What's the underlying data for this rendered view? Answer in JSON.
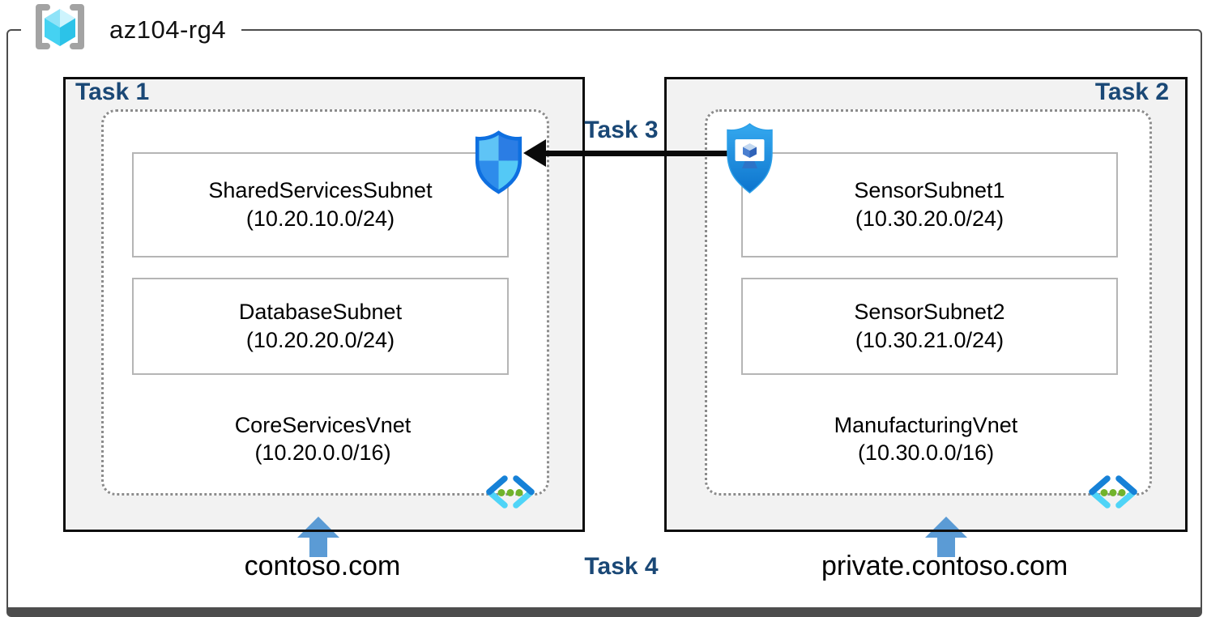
{
  "resource_group": {
    "name": "az104-rg4"
  },
  "labels": {
    "task1": "Task 1",
    "task2": "Task 2",
    "task3": "Task 3",
    "task4": "Task 4"
  },
  "vnets": [
    {
      "name": "CoreServicesVnet",
      "cidr": "(10.20.0.0/16)",
      "dns_label": "contoso.com",
      "subnets": [
        {
          "name": "SharedServicesSubnet",
          "cidr": "(10.20.10.0/24)"
        },
        {
          "name": "DatabaseSubnet",
          "cidr": "(10.20.20.0/24)"
        }
      ]
    },
    {
      "name": "ManufacturingVnet",
      "cidr": "(10.30.0.0/16)",
      "dns_label": "private.contoso.com",
      "subnets": [
        {
          "name": "SensorSubnet1",
          "cidr": "(10.30.20.0/24)"
        },
        {
          "name": "SensorSubnet2",
          "cidr": "(10.30.21.0/24)"
        }
      ]
    }
  ],
  "icons": {
    "resource_group": "resource-group-brackets-cube",
    "security_shield": "defender-quadrant-shield",
    "bastion": "bastion-shield-monitor",
    "virtual_network": "vnet-angle-brackets-dots",
    "peering_arrow": "black-left-arrow",
    "dns_arrow": "blue-up-arrow"
  },
  "colors": {
    "task_label": "#1a4876",
    "task_box_fill": "#f2f2f2",
    "task_box_border": "#0d0d0d",
    "vnet_dotted_border": "#8c8c8c",
    "subnet_border": "#b5b5b5",
    "blue_arrow": "#5b9bd5",
    "black_arrow": "#0a0a0a",
    "shield_blue_dark": "#2b7de4",
    "shield_blue_light": "#5fc4f6",
    "bastion_blue": "#1a8fe0",
    "cube_cyan": "#45d2f2",
    "green_dot": "#71b32c",
    "bracket_gray": "#a3a3a3"
  }
}
